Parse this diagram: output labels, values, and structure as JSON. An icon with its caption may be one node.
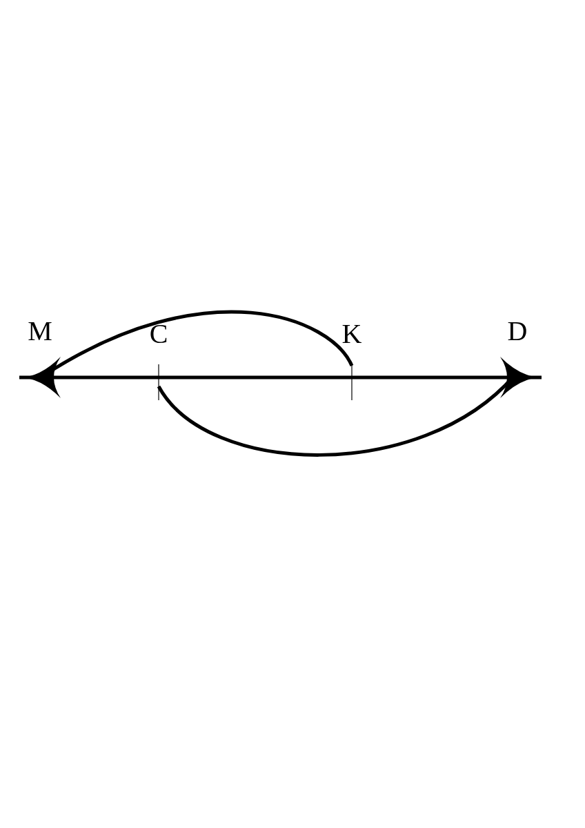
{
  "diagram": {
    "nodes": [
      {
        "text": [
          "M"
        ]
      },
      {
        "text": [
          "C"
        ]
      },
      {
        "text": [
          "K"
        ]
      },
      {
        "text": [
          "D"
        ]
      }
    ],
    "edges": [
      {
        "from": 0,
        "to": 3,
        "arrow": "both"
      },
      {
        "from": 2,
        "to": 0,
        "arrow": "none"
      },
      {
        "from": 1,
        "to": 3,
        "arrow": "none"
      }
    ]
  }
}
